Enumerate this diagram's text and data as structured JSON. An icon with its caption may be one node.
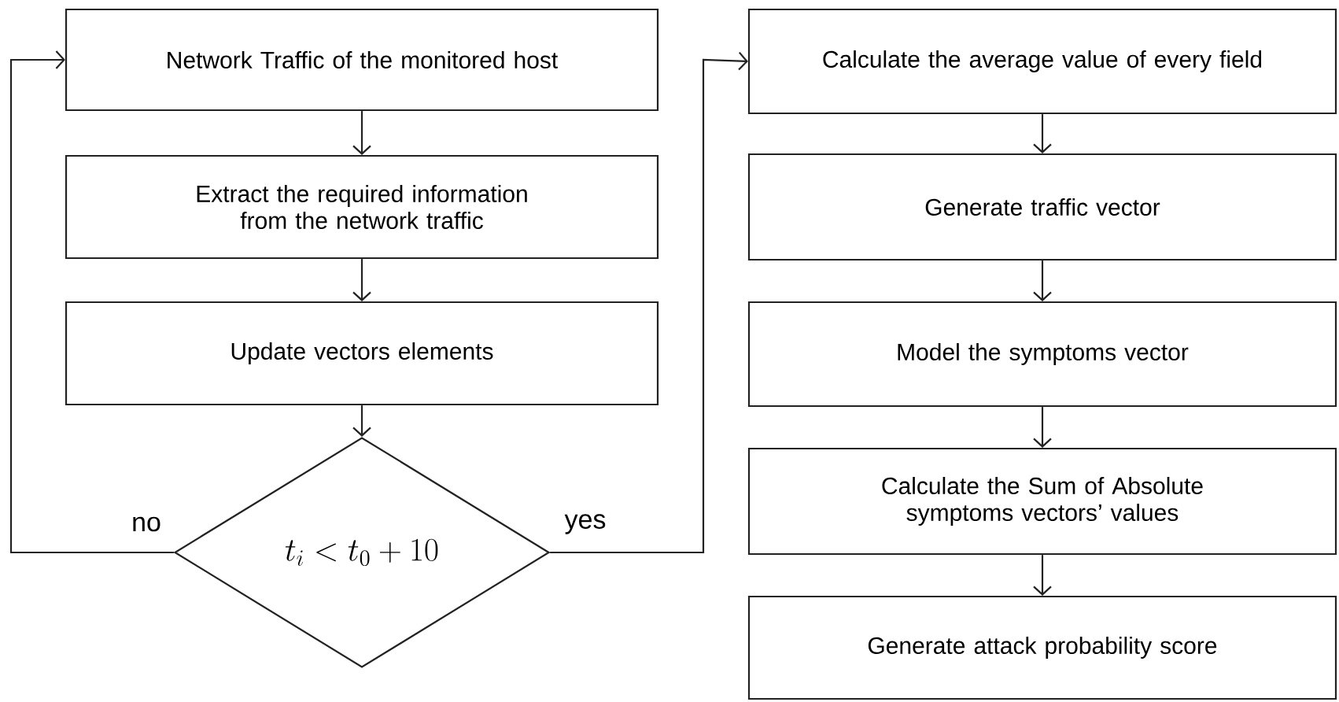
{
  "diagram": {
    "nodes": [
      {
        "text": [
          "Network Traffic of the monitored host"
        ]
      },
      {
        "text": [
          "Extract the required information from the network traffic"
        ]
      },
      {
        "text": [
          "Update vectors elements"
        ]
      },
      {
        "text": [
          "t_{i} < t_{0} +10"
        ]
      },
      {
        "text": [
          "Calculate the average value of every field"
        ]
      },
      {
        "text": [
          "Generate traffic vector"
        ]
      },
      {
        "text": [
          "Model the symptoms vector"
        ]
      },
      {
        "text": [
          "Calculate the Sum of Absolute symptoms vectors’ values"
        ]
      },
      {
        "text": [
          "Generate attack probability score"
        ]
      }
    ],
    "edges": [
      {
        "from": 0,
        "to": 1,
        "arrow": "to"
      },
      {
        "from": 1,
        "to": 2,
        "arrow": "to"
      },
      {
        "from": 2,
        "to": 3,
        "arrow": "to"
      },
      {
        "from": 3,
        "to": 0,
        "arrow": "to",
        "label": "no"
      },
      {
        "from": 3,
        "to": 4,
        "arrow": "to",
        "label": "yes"
      },
      {
        "from": 4,
        "to": 5,
        "arrow": "to"
      },
      {
        "from": 5,
        "to": 6,
        "arrow": "to"
      },
      {
        "from": 6,
        "to": 7,
        "arrow": "to"
      },
      {
        "from": 7,
        "to": 8,
        "arrow": "to"
      }
    ]
  }
}
